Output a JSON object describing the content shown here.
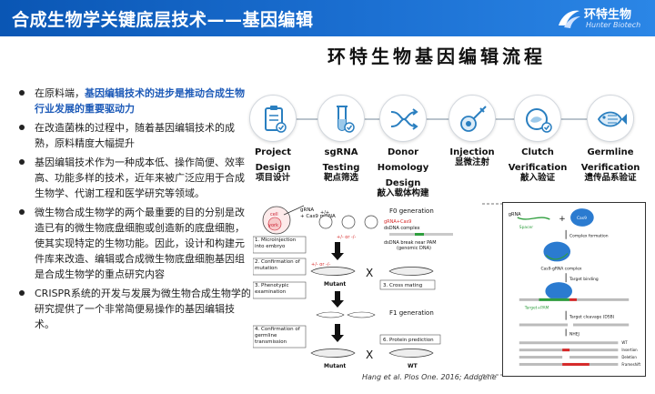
{
  "header": {
    "title": "合成生物学关键底层技术——基因编辑",
    "logo_cn": "环特生物",
    "logo_en": "Hunter Biotech"
  },
  "flow_title": "环特生物基因编辑流程",
  "bullets": [
    {
      "pre": "在原料端，",
      "highlight": "基因编辑技术的进步是推动合成生物行业发展的重要驱动力",
      "post": ""
    },
    {
      "pre": "在改造菌株的过程中，随着基因编辑技术的成熟，原料精度大幅提升",
      "highlight": "",
      "post": ""
    },
    {
      "pre": "基因编辑技术作为一种成本低、操作简便、效率高、功能多样的技术，近年来被广泛应用于合成生物学、代谢工程和医学研究等领域。",
      "highlight": "",
      "post": ""
    },
    {
      "pre": "微生物合成生物学的两个最重要的目的分别是改造已有的微生物底盘细胞或创造新的底盘细胞，使其实现特定的生物功能。因此，设计和构建元件库来改造、编辑或合成微生物底盘细胞基因组是合成生物学的重点研究内容",
      "highlight": "",
      "post": ""
    },
    {
      "pre": "CRISPR系统的开发与发展为微生物合成生物学的研究提供了一个非常简便易操作的基因编辑技术。",
      "highlight": "",
      "post": ""
    }
  ],
  "steps": [
    {
      "en1": "Project",
      "en2": "Design",
      "en3": "",
      "cn": "项目设计",
      "icon": "clipboard-icon"
    },
    {
      "en1": "sgRNA",
      "en2": "Testing",
      "en3": "",
      "cn": "靶点筛选",
      "icon": "test-tube-icon"
    },
    {
      "en1": "Donor",
      "en2": "Homology",
      "en3": "Design",
      "cn": "敲入载体构建",
      "icon": "dna-merge-icon"
    },
    {
      "en1": "Injection",
      "en2": "",
      "en3": "",
      "cn": "显微注射",
      "icon": "injection-icon"
    },
    {
      "en1": "Clutch",
      "en2": "Verification",
      "en3": "",
      "cn": "敲入验证",
      "icon": "fish-eggs-icon"
    },
    {
      "en1": "Germline",
      "en2": "Verification",
      "en3": "",
      "cn": "遗传品系验证",
      "icon": "fish-icon"
    }
  ],
  "figure": {
    "mrna_label1": "gRNA",
    "mrna_label2": "+ Cas9 mRNA",
    "cell_label": "cell",
    "york_label": "york",
    "f0": "F0 generation",
    "complex1": "gRNA+Cas9",
    "complex2": "dsDNA complex",
    "dsdna_break": "dsDNA break near PAM",
    "genomic": "(genomic DNA)",
    "s1": "1.   Microinjection into embryo",
    "s2": "2.   Confirmation of mutation",
    "s3": "3.   Phenotypic examination",
    "s4": "4.   Confirmation of germline transmission",
    "s5": "3.   Cross mating",
    "s6": "6.   Protein prediction",
    "f1": "F1 generation",
    "mutant": "Mutant",
    "wt": "WT",
    "geno1": "+/+",
    "geno2": "+/- or -/-",
    "geno3": "+/- or -/-",
    "cross": "X"
  },
  "caption": "Hang et al. Plos One. 2016; Addgene",
  "side": {
    "grna": "gRNA",
    "cas9": "Cas9",
    "spacer": "Spacer",
    "complex_formation": "Complex formation",
    "cas9_grna_complex": "Cas9-gRNA complex",
    "target_binding": "Target binding",
    "target_pam": "Target+PAM",
    "target_cleavage": "Target cleavage (DSB)",
    "nhej": "NHEJ",
    "wt": "WT",
    "insertion": "Insertion",
    "deletion": "Deletion",
    "frameshift": "Frameshift"
  },
  "colors": {
    "header": "#0a56b4",
    "highlight": "#1e5bb8",
    "accent_red": "#d62828",
    "accent_green": "#2e9e3d"
  }
}
